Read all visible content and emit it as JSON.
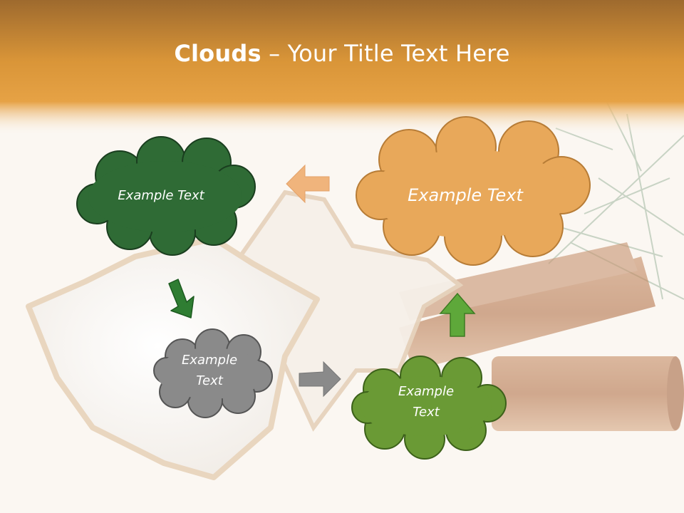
{
  "slide": {
    "title_bold": "Clouds",
    "title_separator": " – ",
    "title_rest": "Your Title Text Here"
  },
  "clouds": [
    {
      "id": "cloud-dark-green",
      "text": "Example Text",
      "color": "#2f6b35"
    },
    {
      "id": "cloud-orange",
      "text": "Example Text",
      "color": "#e8a85a"
    },
    {
      "id": "cloud-gray",
      "line1": "Example",
      "line2": "Text",
      "color": "#8a8a8a"
    },
    {
      "id": "cloud-green",
      "line1": "Example",
      "line2": "Text",
      "color": "#6a9a35"
    }
  ],
  "arrows": [
    {
      "id": "arrow-left",
      "icon": "arrow-left-icon",
      "color": "#eeb27a"
    },
    {
      "id": "arrow-down",
      "icon": "arrow-down-icon",
      "color": "#2f7d32"
    },
    {
      "id": "arrow-right",
      "icon": "arrow-right-icon",
      "color": "#8a8a8a"
    },
    {
      "id": "arrow-up",
      "icon": "arrow-up-icon",
      "color": "#5ea83a"
    }
  ],
  "colors": {
    "header_top": "#a06a2c",
    "header_mid": "#e6a044",
    "background": "#fbf7f2"
  }
}
